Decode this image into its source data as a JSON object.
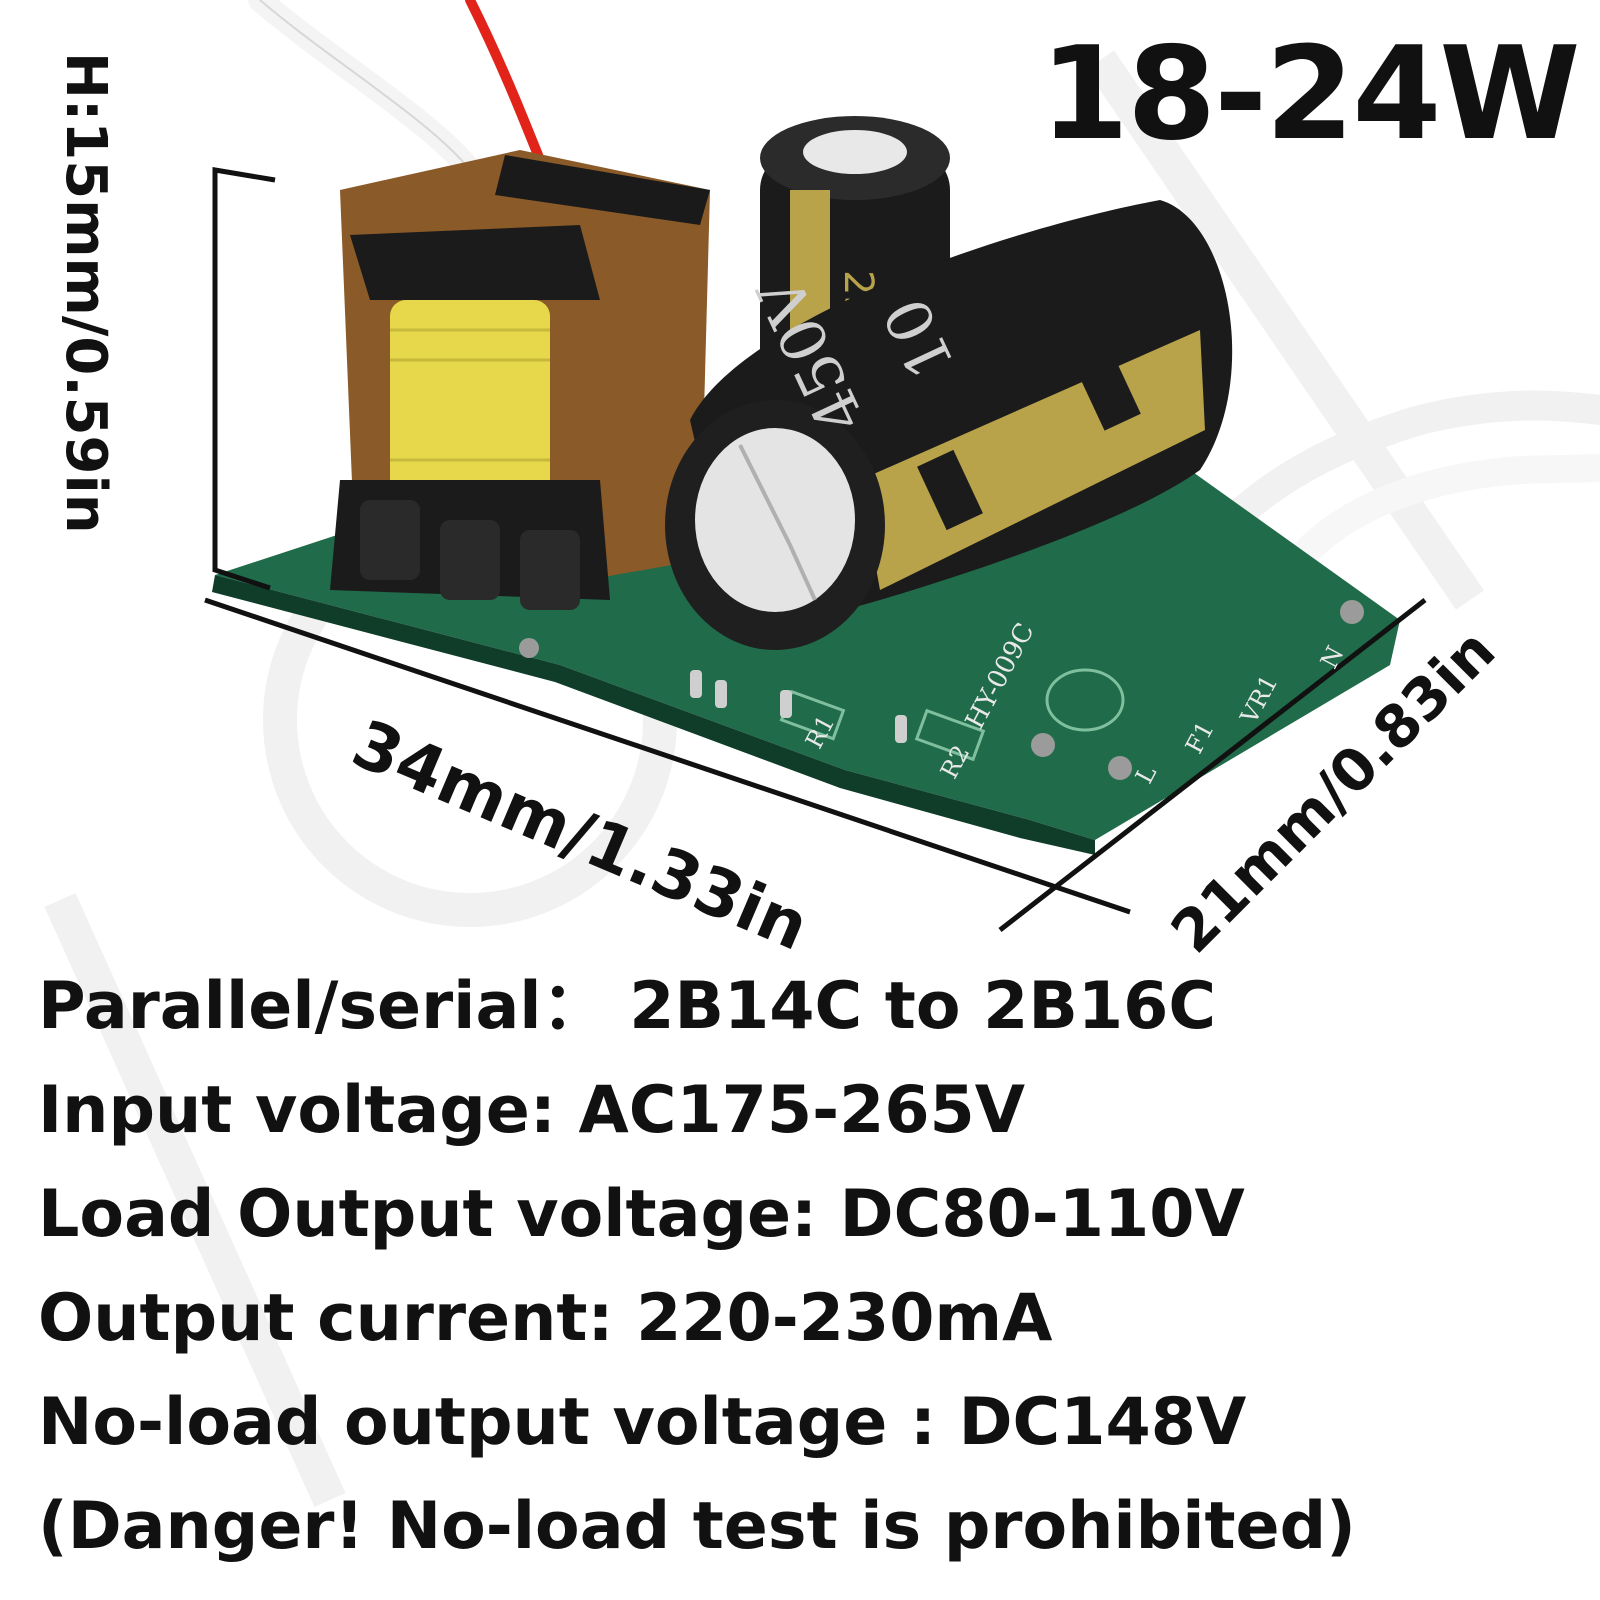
{
  "title": "18-24W",
  "dimensions": {
    "height": "H:15mm/0.59in",
    "length": "34mm/1.33in",
    "width": "21mm/0.83in"
  },
  "specs": [
    "Parallel/serial： 2B14C to 2B16C",
    "Input voltage: AC175-265V",
    "Load Output voltage: DC80-110V",
    "Output current: 220-230mA",
    "No-load output voltage : DC148V",
    "(Danger! No-load test is prohibited)"
  ],
  "component_markings": {
    "capacitor_large": [
      "450V",
      "10"
    ],
    "capacitor_small": [
      "25"
    ],
    "board": [
      "HY-009C",
      "R1",
      "R2",
      "L",
      "F1",
      "VR1",
      "N"
    ]
  },
  "colors": {
    "pcb": "#1f6b4a",
    "capacitor": "#1b1b1b",
    "capacitor_band": "#b8a24a",
    "transformer_bobbin": "#8a5a28",
    "coil": "#e6d84a",
    "wire_red": "#e2231a",
    "wire_white": "#f4f4f4"
  }
}
